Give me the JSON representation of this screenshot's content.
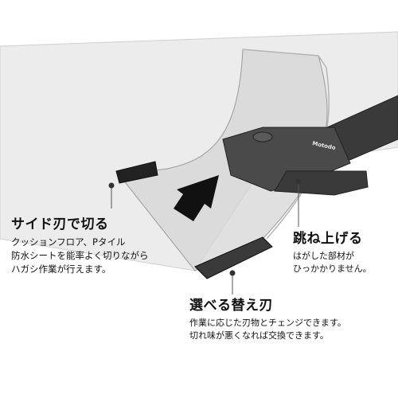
{
  "callouts": {
    "side_cut": {
      "title": "サイド刃で切る",
      "lines": [
        "クッションフロア、Pタイル",
        "防水シートを能率よく切りながら",
        "ハガシ作業が行えます。"
      ]
    },
    "lift_up": {
      "title": "跳ね上げる",
      "lines": [
        "はがした部材が",
        "ひっかかりません。"
      ]
    },
    "blade": {
      "title": "選べる替え刃",
      "lines": [
        "作業に応じた刃物とチェンジできます。",
        "切れ味が悪くなれば交換できます。"
      ]
    },
    "brand_mark": "Motodo"
  },
  "colors": {
    "tool_dark": "#3a3a3a",
    "floor_gray": "#ececec",
    "sheet_gray": "#d6d6d6",
    "arrow": "#111111"
  },
  "icons": [
    "arrow-icon"
  ]
}
